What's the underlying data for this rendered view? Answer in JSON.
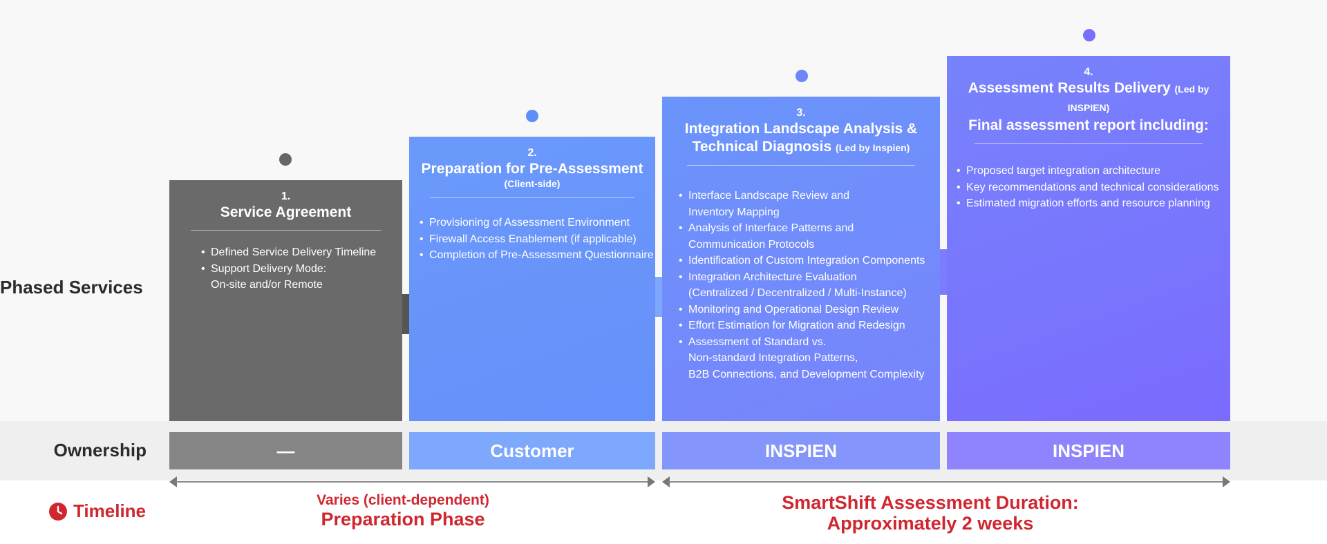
{
  "row_labels": {
    "phased_services": "Phased Services",
    "ownership": "Ownership",
    "timeline": "Timeline"
  },
  "colors": {
    "gray": "#6a6a6a",
    "blue": "#6a96fa",
    "indigo": "#7784fb",
    "violet": "#7a6efd",
    "timeline_red": "#d0262f"
  },
  "phases": [
    {
      "num": "1.",
      "title": "Service Agreement",
      "items": [
        {
          "text": "Defined Service Delivery Timeline"
        },
        {
          "text": "Support Delivery Mode:",
          "cont": "On-site and/or Remote"
        }
      ]
    },
    {
      "num": "2.",
      "title": "Preparation for Pre-Assessment",
      "sub": "(Client-side)",
      "items": [
        {
          "text": "Provisioning of Assessment Environment"
        },
        {
          "text": "Firewall Access Enablement (if applicable)"
        },
        {
          "text": "Completion of Pre-Assessment Questionnaire"
        }
      ]
    },
    {
      "num": "3.",
      "title_line1": "Integration Landscape Analysis &",
      "title_line2": "Technical Diagnosis",
      "led": "(Led by Inspien)",
      "items": [
        {
          "text": "Interface Landscape Review and",
          "cont": "Inventory Mapping"
        },
        {
          "text": "Analysis of Interface Patterns and",
          "cont": "Communication Protocols"
        },
        {
          "text": "Identification of Custom Integration Components"
        },
        {
          "text": "Integration Architecture Evaluation",
          "cont": "(Centralized / Decentralized / Multi-Instance)"
        },
        {
          "text": "Monitoring and Operational Design Review"
        },
        {
          "text": "Effort Estimation for Migration and Redesign"
        },
        {
          "text": "Assessment of Standard vs.",
          "cont": "Non-standard Integration Patterns,",
          "cont2": "B2B Connections, and Development Complexity"
        }
      ]
    },
    {
      "num": "4.",
      "title": "Assessment Results Delivery",
      "led": "(Led by INSPIEN)",
      "title_line2": "Final assessment report including:",
      "items": [
        {
          "text": "Proposed target integration architecture"
        },
        {
          "text": "Key recommendations and technical considerations"
        },
        {
          "text": "Estimated migration efforts and resource planning"
        }
      ]
    }
  ],
  "ownership": [
    "—",
    "Customer",
    "INSPIEN",
    "INSPIEN"
  ],
  "timeline": {
    "prep_line1": "Varies (client-dependent)",
    "prep_line2": "Preparation Phase",
    "assess_line1": "SmartShift Assessment Duration:",
    "assess_line2": "Approximately 2 weeks"
  }
}
